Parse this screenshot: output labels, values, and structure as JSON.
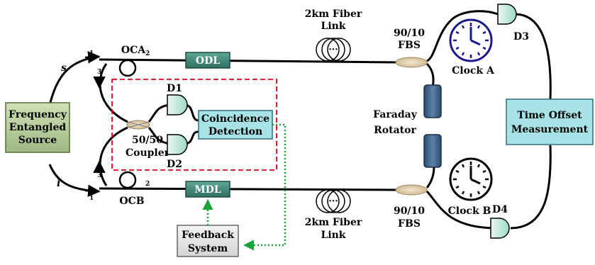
{
  "source": {
    "line1": "Frequency",
    "line2": "Entangled",
    "line3": "Source",
    "fill": "#b7cc9a"
  },
  "signal_label": "s",
  "idler_label": "i",
  "circulator_a": {
    "label": "OCA",
    "port1": "1",
    "port2": "2",
    "port3": "3"
  },
  "circulator_b": {
    "label": "OCB",
    "port1": "1",
    "port2": "2",
    "port3": "3"
  },
  "odl": {
    "label": "ODL",
    "fill": "#3c8a7a"
  },
  "mdl": {
    "label": "MDL",
    "fill": "#3c8a7a"
  },
  "fiber_top": {
    "line1": "2km Fiber",
    "line2": "Link"
  },
  "fiber_bottom": {
    "line1": "2km Fiber",
    "line2": "Link"
  },
  "fbs_top": {
    "line1": "90/10",
    "line2": "FBS"
  },
  "fbs_bottom": {
    "line1": "90/10",
    "line2": "FBS"
  },
  "coupler": {
    "line1": "50/50",
    "line2": "Coupler"
  },
  "detector_d1": "D1",
  "detector_d2": "D2",
  "detector_d3": "D3",
  "detector_d4": "D4",
  "coincidence": {
    "line1": "Coincidence",
    "line2": "Detection",
    "fill": "#a7e3e6"
  },
  "faraday": {
    "line1": "Faraday",
    "line2": "Rotator",
    "fill": "#3b5f84"
  },
  "clock_a": {
    "label": "Clock A",
    "color": "#1a1a8c"
  },
  "clock_b": {
    "label": "Clock B",
    "color": "#000000"
  },
  "time_offset": {
    "line1": "Time Offset",
    "line2": "Measurement",
    "fill": "#a7e3e6"
  },
  "feedback": {
    "line1": "Feedback",
    "line2": "System",
    "fill": "#e9e9e9"
  },
  "colors": {
    "dashed_box": "#e0001a",
    "feedback_arrow": "#1aa33a",
    "fiber": "#000000",
    "fbs": "#d8c6a3"
  }
}
